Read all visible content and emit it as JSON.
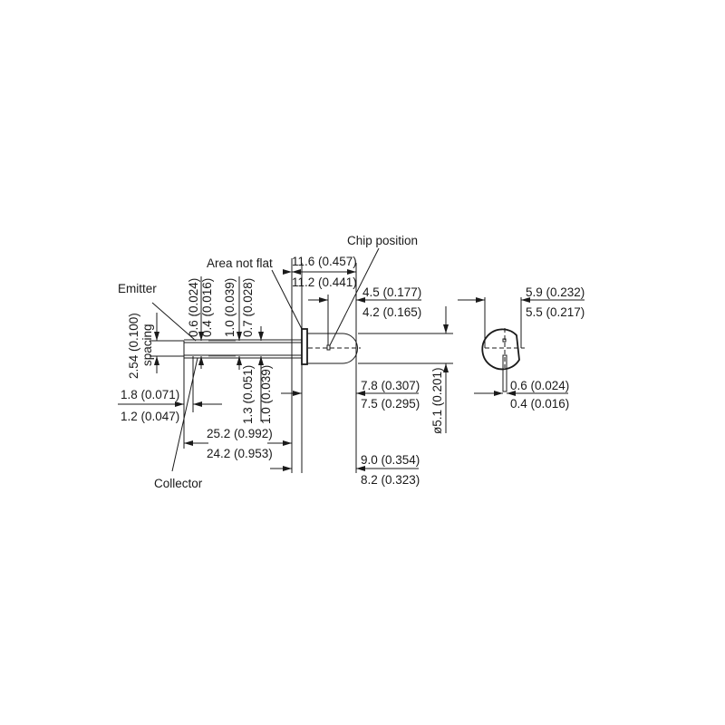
{
  "labels": {
    "emitter": "Emitter",
    "collector": "Collector",
    "area_not_flat": "Area not flat",
    "chip_position": "Chip position",
    "spacing": "spacing"
  },
  "dimensions": {
    "lead_spacing": "2.54 (0.100)",
    "lead_w_max": "0.6 (0.024)",
    "lead_w_min": "0.4 (0.016)",
    "kink_max": "1.0 (0.039)",
    "kink_min": "0.7 (0.028)",
    "kink2_max": "1.3 (0.051)",
    "kink2_min": "1.0 (0.039)",
    "lead_end_max": "1.8 (0.071)",
    "lead_end_min": "1.2 (0.047)",
    "lead_len_max": "25.2 (0.992)",
    "lead_len_min": "24.2 (0.953)",
    "overall_max": "11.6 (0.457)",
    "overall_min": "11.2 (0.441)",
    "chip_max": "4.5 (0.177)",
    "chip_min": "4.2 (0.165)",
    "body_max": "7.8 (0.307)",
    "body_min": "7.5 (0.295)",
    "body2_max": "9.0 (0.354)",
    "body2_min": "8.2 (0.323)",
    "diameter": "ø5.1 (0.201)",
    "flange_max": "5.9 (0.232)",
    "flange_min": "5.5 (0.217)",
    "side_lead_max": "0.6 (0.024)",
    "side_lead_min": "0.4 (0.016)"
  }
}
